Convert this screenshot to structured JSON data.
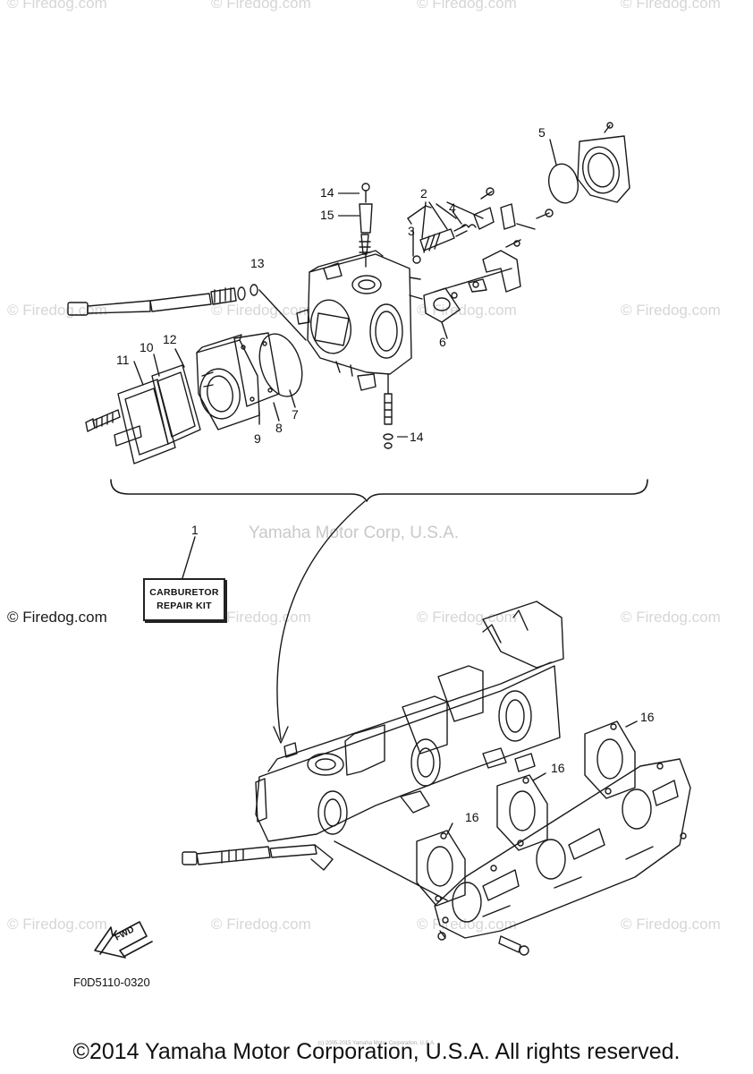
{
  "watermark": {
    "text": "© Firedog.com",
    "dark_text": "© Firedog.com"
  },
  "credit": "Yamaha Motor Corp, U.S.A.",
  "callouts": {
    "n1": "1",
    "n2": "2",
    "n3": "3",
    "n4": "4",
    "n5": "5",
    "n6": "6",
    "n7": "7",
    "n8": "8",
    "n9": "9",
    "n10": "10",
    "n11": "11",
    "n12": "12",
    "n13": "13",
    "n14a": "14",
    "n14b": "14",
    "n15": "15",
    "n16a": "16",
    "n16b": "16",
    "n16c": "16"
  },
  "kit_label": {
    "line1": "CARBURETOR",
    "line2": "REPAIR KIT"
  },
  "fwd_label": "FWD",
  "drawing_code": "F0D5110-0320",
  "copyright": "©2014 Yamaha Motor Corporation, U.S.A. All rights reserved.",
  "tiny_text": "(c) 2005-2015 Yamaha Motor Corporation, U.S.A.",
  "colors": {
    "line": "#1a1a1a",
    "watermark": "#d6d6d6"
  }
}
